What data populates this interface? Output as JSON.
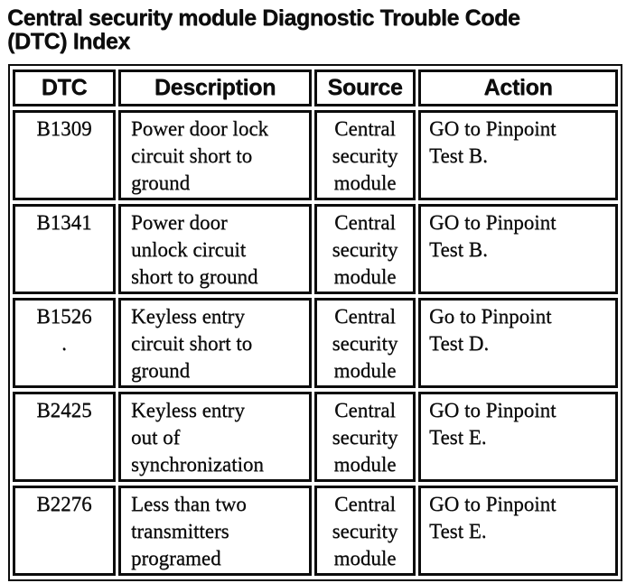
{
  "page": {
    "title": "Central security module Diagnostic Trouble Code\n(DTC) Index"
  },
  "colors": {
    "ink": "#0d0d0d",
    "paper": "#ffffff"
  },
  "table": {
    "headers": {
      "dtc": "DTC",
      "description": "Description",
      "source": "Source",
      "action": "Action"
    },
    "rows": [
      {
        "dtc": "B1309",
        "description": "Power door lock\ncircuit short to\nground",
        "source": "Central\nsecurity\nmodule",
        "action": "GO to Pinpoint\nTest B."
      },
      {
        "dtc": "B1341",
        "description": "Power door\nunlock circuit\nshort to ground",
        "source": "Central\nsecurity\nmodule",
        "action": "GO to Pinpoint\nTest B."
      },
      {
        "dtc": "B1526\n.",
        "description": "Keyless entry\ncircuit short to\nground",
        "source": "Central\nsecurity\nmodule",
        "action": "Go to Pinpoint\nTest D."
      },
      {
        "dtc": "B2425",
        "description": "Keyless entry\nout of\nsynchronization",
        "source": "Central\nsecurity\nmodule",
        "action": "GO to Pinpoint\nTest E."
      },
      {
        "dtc": "B2276",
        "description": "Less than two\ntransmitters\nprogramed",
        "source": "Central\nsecurity\nmodule",
        "action": "GO to Pinpoint\nTest E."
      }
    ]
  }
}
